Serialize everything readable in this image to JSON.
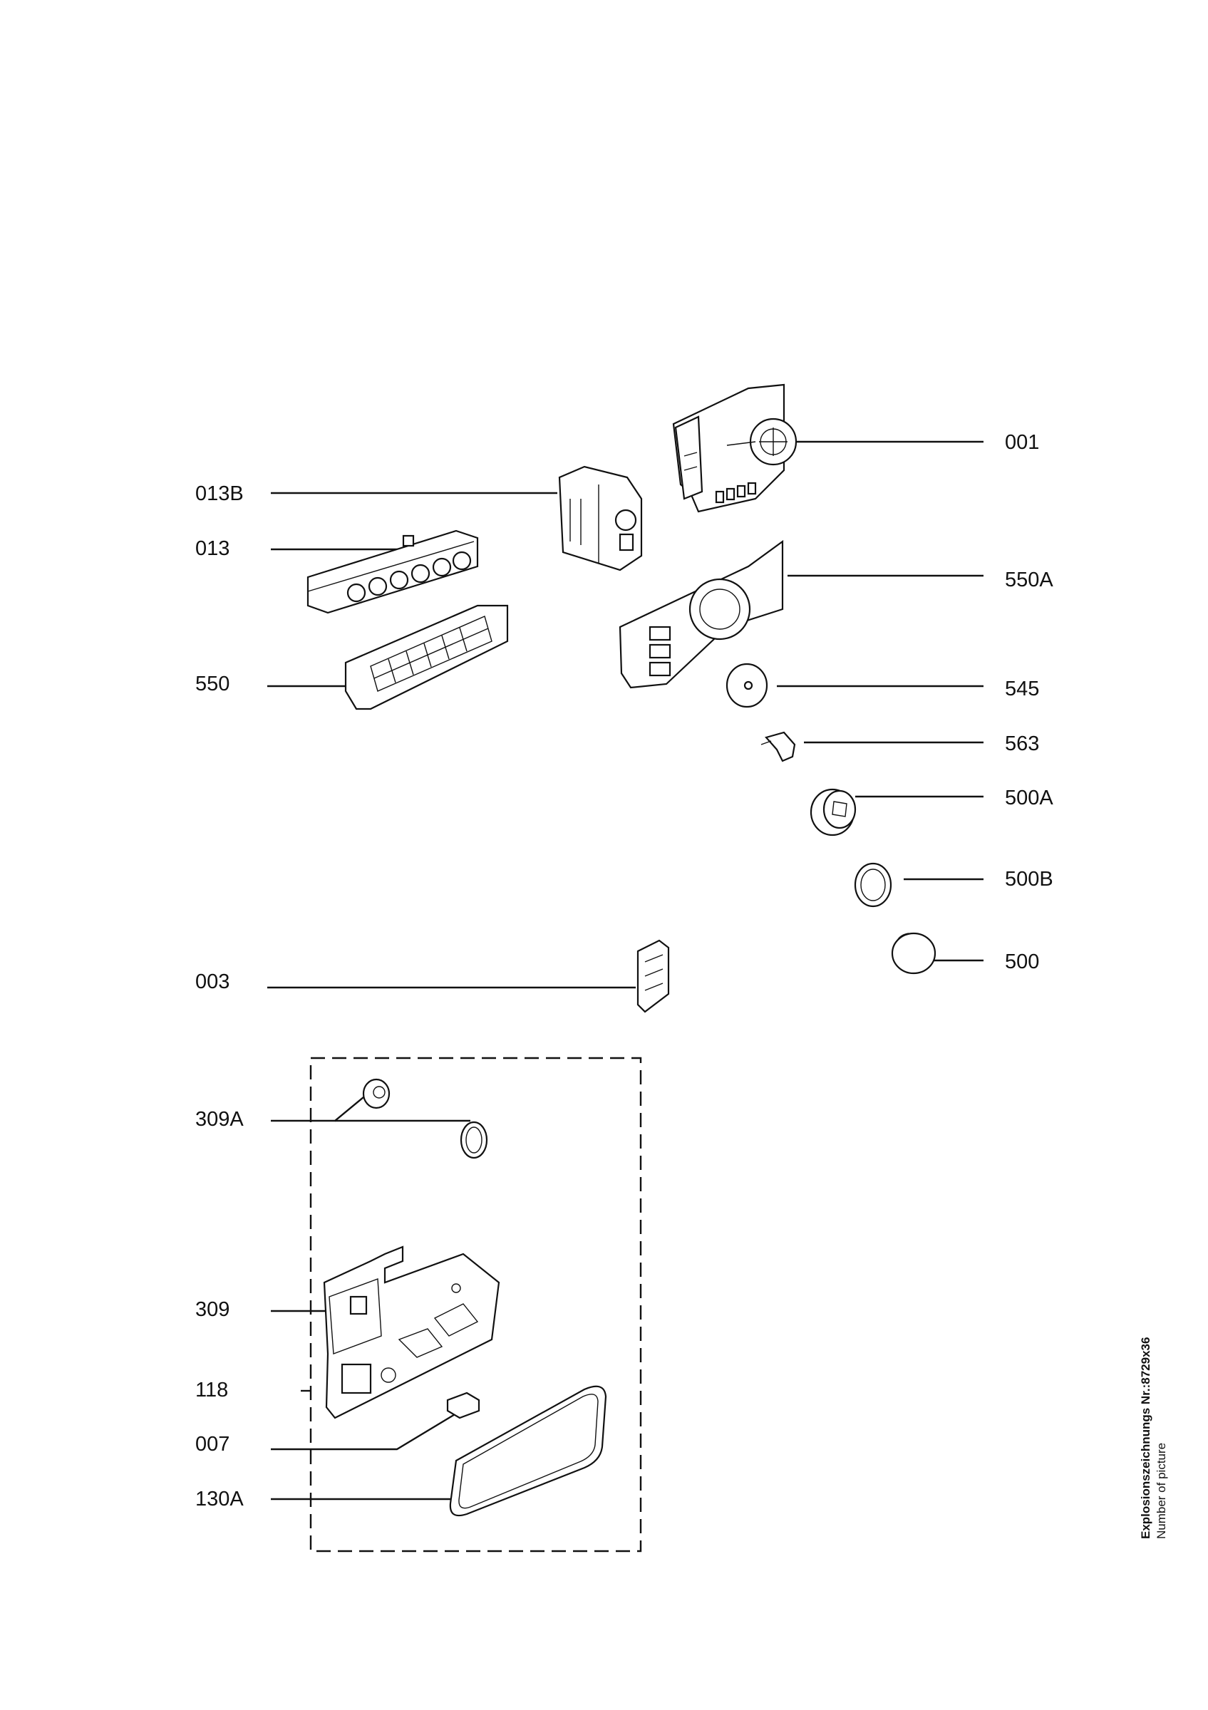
{
  "labels": {
    "l001": "001",
    "l013B": "013B",
    "l013": "013",
    "l550A": "550A",
    "l550": "550",
    "l545": "545",
    "l563": "563",
    "l500A": "500A",
    "l500B": "500B",
    "l500": "500",
    "l003": "003",
    "l309A": "309A",
    "l309": "309",
    "l118": "118",
    "l007": "007",
    "l130A": "130A"
  },
  "caption": {
    "title": "Explosionszeichnungs Nr.:8729x36",
    "subtitle": "Number of picture"
  }
}
